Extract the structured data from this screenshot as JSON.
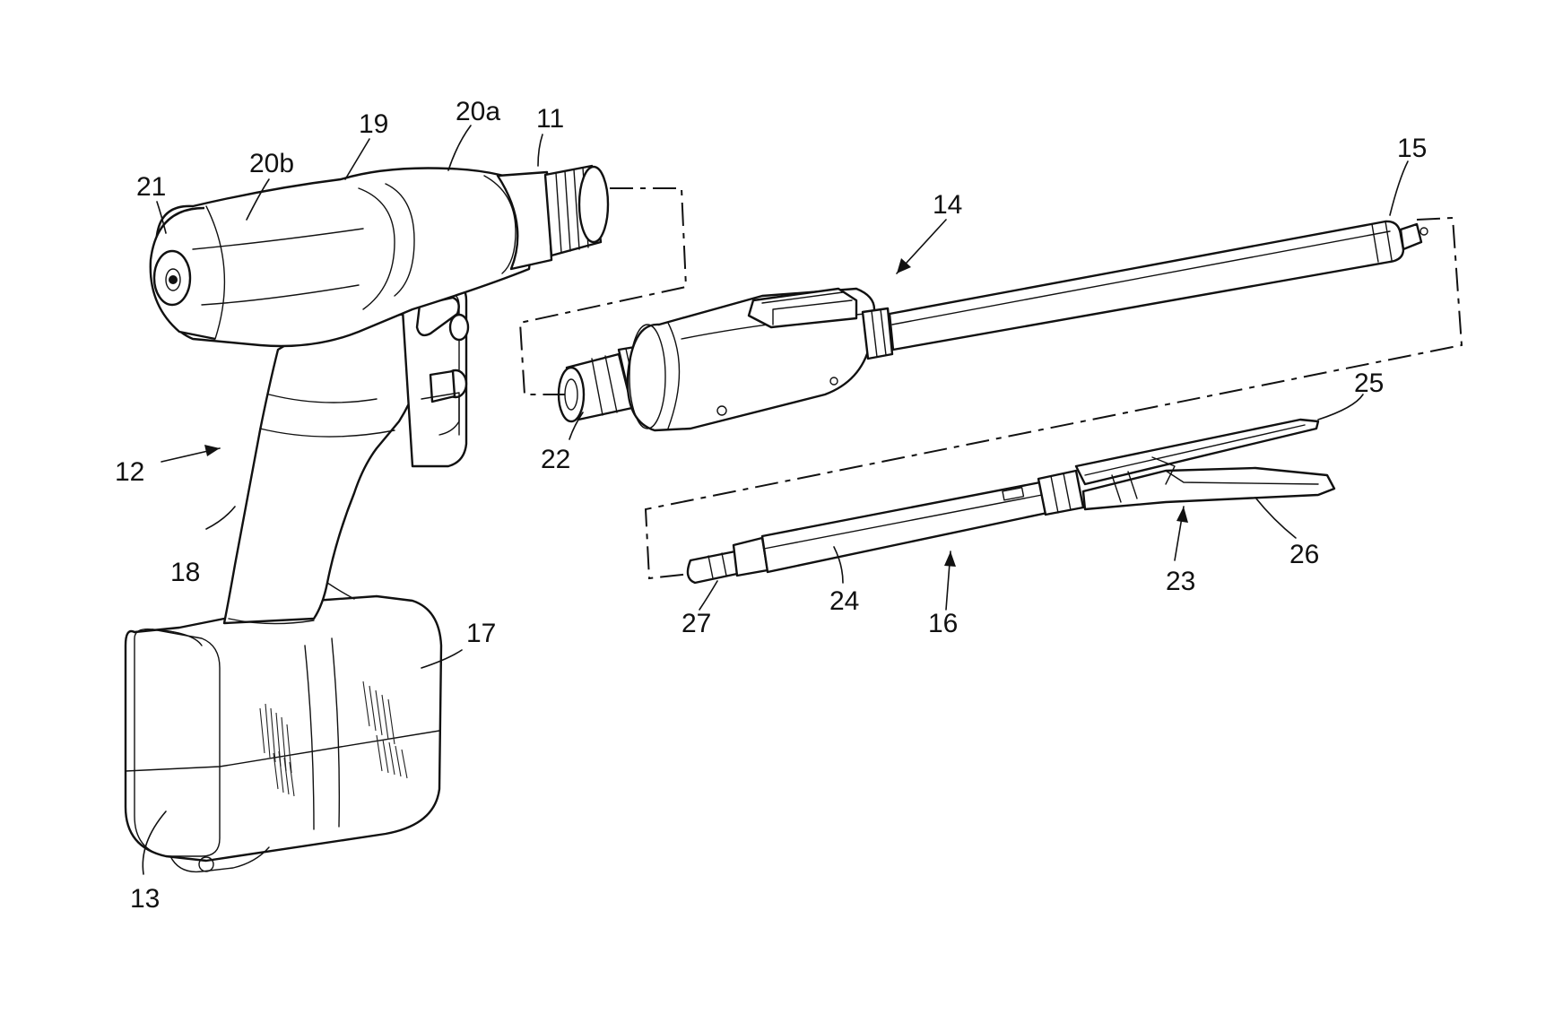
{
  "labels": {
    "l11": "11",
    "l12": "12",
    "l13": "13",
    "l14": "14",
    "l15": "15",
    "l16": "16",
    "l17": "17",
    "l18": "18",
    "l19": "19",
    "l20a": "20a",
    "l20b": "20b",
    "l21": "21",
    "l22": "22",
    "l23": "23",
    "l24": "24",
    "l25": "25",
    "l26": "26",
    "l27": "27"
  }
}
